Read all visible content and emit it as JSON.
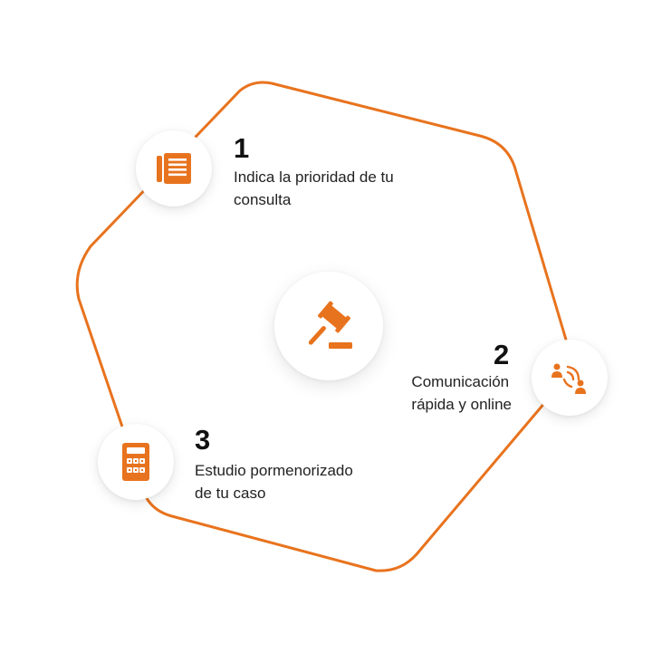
{
  "colors": {
    "accent": "#e8731e",
    "text": "#222222",
    "number": "#111111"
  },
  "center": {
    "icon": "gavel-icon"
  },
  "steps": [
    {
      "number": "1",
      "line1": "Indica la prioridad de tu",
      "line2": "consulta",
      "icon": "newspaper-icon"
    },
    {
      "number": "2",
      "line1": "Comunicación",
      "line2": "rápida y online",
      "icon": "people-communication-icon"
    },
    {
      "number": "3",
      "line1": "Estudio pormenorizado",
      "line2": "de tu caso",
      "icon": "calculator-icon"
    }
  ]
}
